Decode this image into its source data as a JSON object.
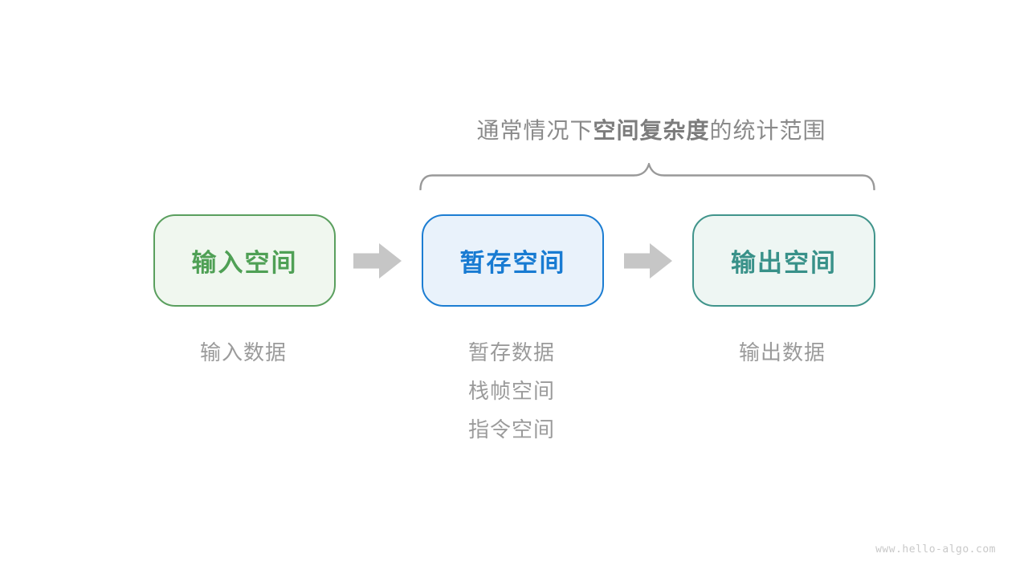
{
  "title": {
    "prefix": "通常情况下",
    "emphasis": "空间复杂度",
    "suffix": "的统计范围"
  },
  "boxes": [
    {
      "label": "输入空间",
      "border_color": "#5a9f5e",
      "bg_color": "#f0f7ef",
      "text_color": "#4fa055"
    },
    {
      "label": "暂存空间",
      "border_color": "#1c7dd2",
      "bg_color": "#e9f2fb",
      "text_color": "#187bd2"
    },
    {
      "label": "输出空间",
      "border_color": "#40948b",
      "bg_color": "#eef6f3",
      "text_color": "#389189"
    }
  ],
  "annotations": {
    "input": [
      "输入数据"
    ],
    "temp": [
      "暂存数据",
      "栈帧空间",
      "指令空间"
    ],
    "output": [
      "输出数据"
    ]
  },
  "watermark": "www.hello-algo.com",
  "palette": {
    "title_color": "#8a8a8a",
    "title_emphasis_color": "#7c7c7c",
    "annotation_color": "#9b9b9b",
    "brace_color": "#999999",
    "arrow_color": "#c6c6c6",
    "watermark_color": "#c9c9c9"
  }
}
